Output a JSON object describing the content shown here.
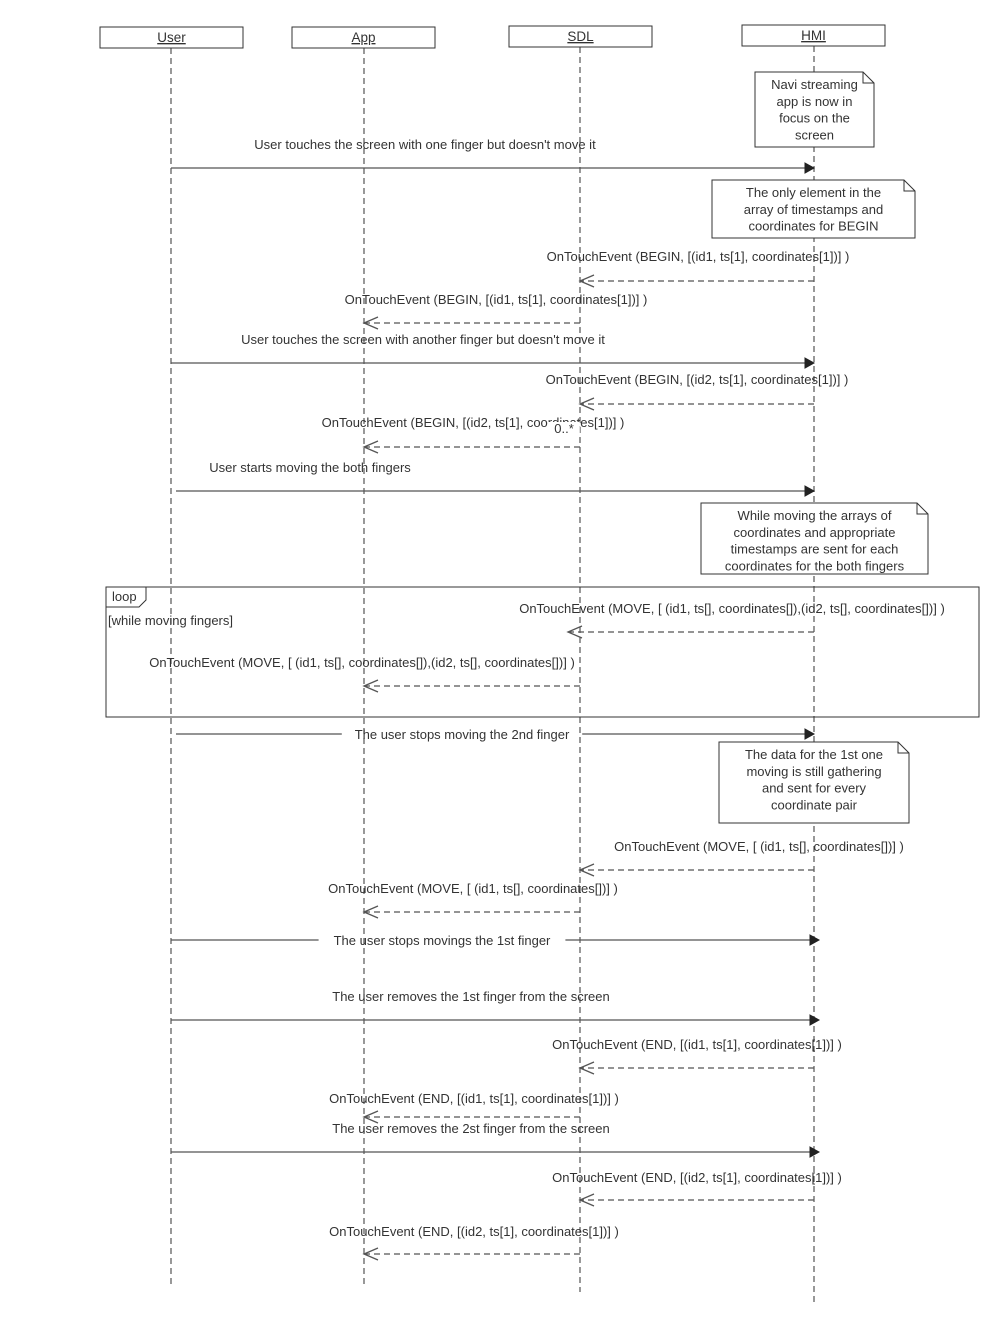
{
  "colors": {
    "line": "#555555",
    "text": "#333333",
    "box_border": "#333333",
    "background": "#ffffff"
  },
  "participants": [
    {
      "id": "user",
      "label": "User"
    },
    {
      "id": "app",
      "label": "App"
    },
    {
      "id": "sdl",
      "label": "SDL"
    },
    {
      "id": "hmi",
      "label": "HMI"
    }
  ],
  "notes": [
    {
      "id": "note-focus",
      "lines": [
        "Navi streaming",
        "app is now in",
        "focus on the",
        "screen"
      ]
    },
    {
      "id": "note-only-element",
      "lines": [
        "The only element in the",
        "array of timestamps and",
        "coordinates for BEGIN"
      ]
    },
    {
      "id": "note-while-moving",
      "lines": [
        "While moving the arrays of",
        "coordinates and appropriate",
        "timestamps are sent for each",
        "coordinates for the both fingers"
      ]
    },
    {
      "id": "note-first-one",
      "lines": [
        "The data for the 1st one",
        "moving is still gathering",
        "and sent for every",
        "coordinate pair"
      ]
    }
  ],
  "loop": {
    "tag": "loop",
    "guard": "[while moving fingers]"
  },
  "messages": [
    {
      "id": "m1",
      "from": "user",
      "to": "hmi",
      "kind": "sync",
      "label": "User touches the screen with one finger but doesn't move it"
    },
    {
      "id": "m2",
      "from": "hmi",
      "to": "sdl",
      "kind": "reply",
      "label": "OnTouchEvent (BEGIN, [(id1, ts[1], coordinates[1])] )"
    },
    {
      "id": "m3",
      "from": "sdl",
      "to": "app",
      "kind": "reply",
      "label": "OnTouchEvent (BEGIN, [(id1, ts[1], coordinates[1])] )"
    },
    {
      "id": "m4",
      "from": "user",
      "to": "hmi",
      "kind": "sync",
      "label": "User touches the screen with another finger but doesn't move it"
    },
    {
      "id": "m5",
      "from": "hmi",
      "to": "sdl",
      "kind": "reply",
      "label": "OnTouchEvent (BEGIN, [(id2, ts[1], coordinates[1])] )"
    },
    {
      "id": "m6",
      "from": "sdl",
      "to": "app",
      "kind": "reply",
      "label": "OnTouchEvent (BEGIN, [(id2, ts[1], coordinates[1])] )",
      "multiplicity": "0..*"
    },
    {
      "id": "m7",
      "from": "user",
      "to": "hmi",
      "kind": "sync",
      "label": "User starts moving the both fingers"
    },
    {
      "id": "m8",
      "from": "hmi",
      "to": "sdl",
      "kind": "reply",
      "label": "OnTouchEvent (MOVE, [ (id1, ts[], coordinates[]),(id2, ts[], coordinates[])] )"
    },
    {
      "id": "m9",
      "from": "sdl",
      "to": "app",
      "kind": "reply",
      "label": "OnTouchEvent (MOVE, [ (id1, ts[], coordinates[]),(id2, ts[], coordinates[])] )"
    },
    {
      "id": "m10",
      "from": "user",
      "to": "hmi",
      "kind": "sync",
      "label": "The user stops moving the 2nd finger"
    },
    {
      "id": "m11",
      "from": "hmi",
      "to": "sdl",
      "kind": "reply",
      "label": "OnTouchEvent (MOVE, [ (id1, ts[], coordinates[])] )"
    },
    {
      "id": "m12",
      "from": "sdl",
      "to": "app",
      "kind": "reply",
      "label": "OnTouchEvent (MOVE, [ (id1, ts[], coordinates[])] )"
    },
    {
      "id": "m13",
      "from": "user",
      "to": "hmi",
      "kind": "sync",
      "label": "The user stops movings the 1st finger"
    },
    {
      "id": "m14",
      "from": "user",
      "to": "hmi",
      "kind": "sync",
      "label": "The user removes the 1st finger from the screen"
    },
    {
      "id": "m15",
      "from": "hmi",
      "to": "sdl",
      "kind": "reply",
      "label": "OnTouchEvent (END, [(id1, ts[1], coordinates[1])] )"
    },
    {
      "id": "m16",
      "from": "sdl",
      "to": "app",
      "kind": "reply",
      "label": "OnTouchEvent (END, [(id1, ts[1], coordinates[1])] )"
    },
    {
      "id": "m17",
      "from": "user",
      "to": "hmi",
      "kind": "sync",
      "label": "The user removes the 2st finger from the screen"
    },
    {
      "id": "m18",
      "from": "hmi",
      "to": "sdl",
      "kind": "reply",
      "label": "OnTouchEvent (END, [(id2, ts[1], coordinates[1])] )"
    },
    {
      "id": "m19",
      "from": "sdl",
      "to": "app",
      "kind": "reply",
      "label": "OnTouchEvent (END, [(id2, ts[1], coordinates[1])] )"
    }
  ]
}
